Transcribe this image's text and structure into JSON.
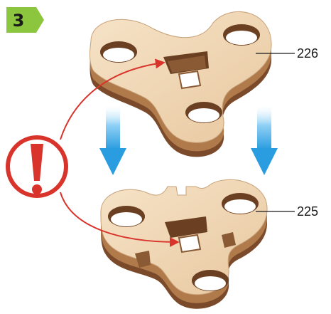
{
  "step": {
    "number": "3",
    "badge_color": "#8cc63f"
  },
  "parts": {
    "top": {
      "label": "226"
    },
    "bottom": {
      "label": "225"
    }
  },
  "icons": {
    "arrows": "down-arrow-icon",
    "warning": "exclamation-icon"
  },
  "colors": {
    "wood_face": "#f0d8b8",
    "wood_edge": "#b07a4a",
    "wood_dark": "#7a4a2a",
    "arrow_blue": "#39a9e8",
    "warning_red": "#d9342b"
  }
}
